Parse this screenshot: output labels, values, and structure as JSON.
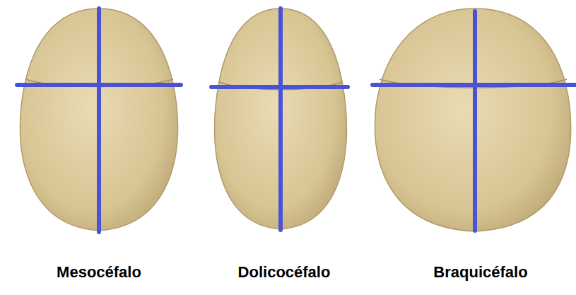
{
  "diagram": {
    "labels": [
      "Mesocéfalo",
      "Dolicocéfalo",
      "Braquicéfalo"
    ]
  }
}
